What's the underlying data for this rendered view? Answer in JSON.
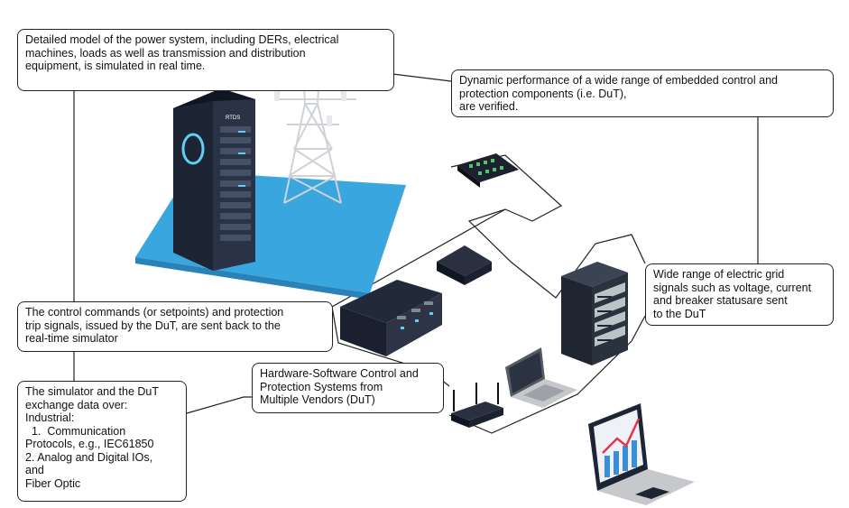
{
  "boxes": {
    "model": {
      "lines": [
        "Detailed model of the power system, including DERs, electrical",
        "machines, loads as well as transmission and distribution",
        "equipment, is simulated in real time."
      ]
    },
    "dynamic": {
      "lines": [
        "Dynamic performance of a wide range of embedded control and",
        "protection components (i.e. DuT),",
        "are verified."
      ]
    },
    "signals": {
      "lines": [
        "Wide range of electric grid",
        "signals such as voltage, current",
        "and breaker statusare sent",
        "to the DuT"
      ]
    },
    "commands": {
      "lines": [
        "The control commands (or setpoints) and protection",
        "trip signals, issued by the DuT, are sent back to the",
        "real-time simulator"
      ]
    },
    "hardware": {
      "lines": [
        "Hardware-Software Control and",
        "Protection Systems from",
        "Multiple Vendors (DuT)"
      ]
    },
    "exchange": {
      "lines": [
        "The simulator and the DuT",
        "exchange data over:",
        "Industrial:",
        "  1.  Communication",
        "Protocols, e.g., IEC61850",
        "2. Analog and Digital IOs,",
        "and",
        "Fiber Optic"
      ]
    }
  },
  "simulator_label": "RTDS",
  "colors": {
    "platform": "#3aa6e0",
    "cabinet": "#1d2433",
    "ring": "#5fd0f2",
    "tower": "#dadde2",
    "device": "#1c2130",
    "rack": "#2a323e",
    "rack_module": "#b9c4c6",
    "laptop": "#c6c8cc",
    "chart_line": "#e0364f",
    "chart_bar": "#3a8fd6",
    "connector": "#222222"
  }
}
